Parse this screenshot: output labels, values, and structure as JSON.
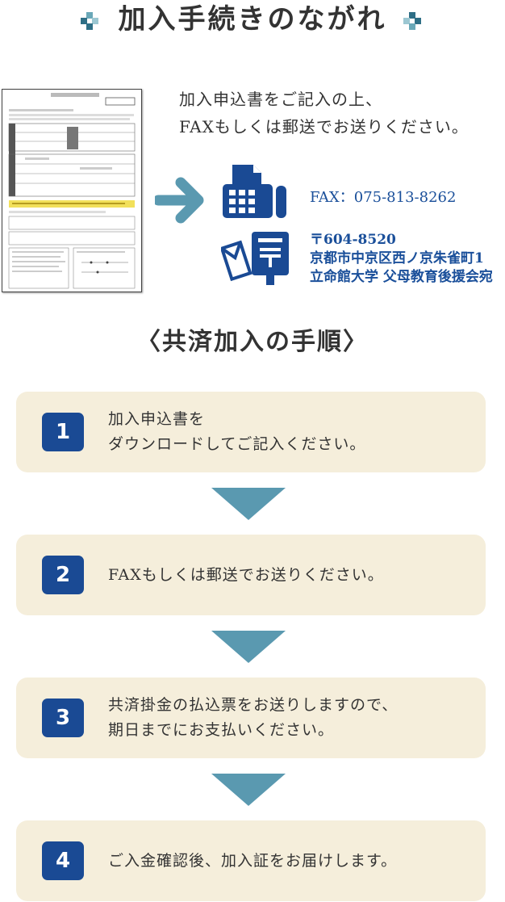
{
  "header": {
    "title": "加入手続きのながれ"
  },
  "intro": {
    "line1": "加入申込書をご記入の上、",
    "line2": "FAXもしくは郵送でお送りください。"
  },
  "contact": {
    "fax": "FAX：075-813-8262",
    "postal_code": "〒604-8520",
    "address_line1": "京都市中京区西ノ京朱雀町1",
    "address_line2": "立命館大学 父母教育後援会宛"
  },
  "procedure_heading": "〈共済加入の手順〉",
  "steps": [
    {
      "number": "1",
      "line1": "加入申込書を",
      "line2": "ダウンロードしてご記入ください。"
    },
    {
      "number": "2",
      "line1": "FAXもしくは郵送でお送りください。",
      "line2": ""
    },
    {
      "number": "3",
      "line1": "共済掛金の払込票をお送りしますので、",
      "line2": "期日までにお支払いください。"
    },
    {
      "number": "4",
      "line1": "ご入金確認後、加入証をお届けします。",
      "line2": ""
    }
  ],
  "colors": {
    "navy": "#1a4a94",
    "teal_arrow": "#5a99b0",
    "step_bg": "#f5eedb",
    "contact_blue": "#1a4f9a"
  }
}
